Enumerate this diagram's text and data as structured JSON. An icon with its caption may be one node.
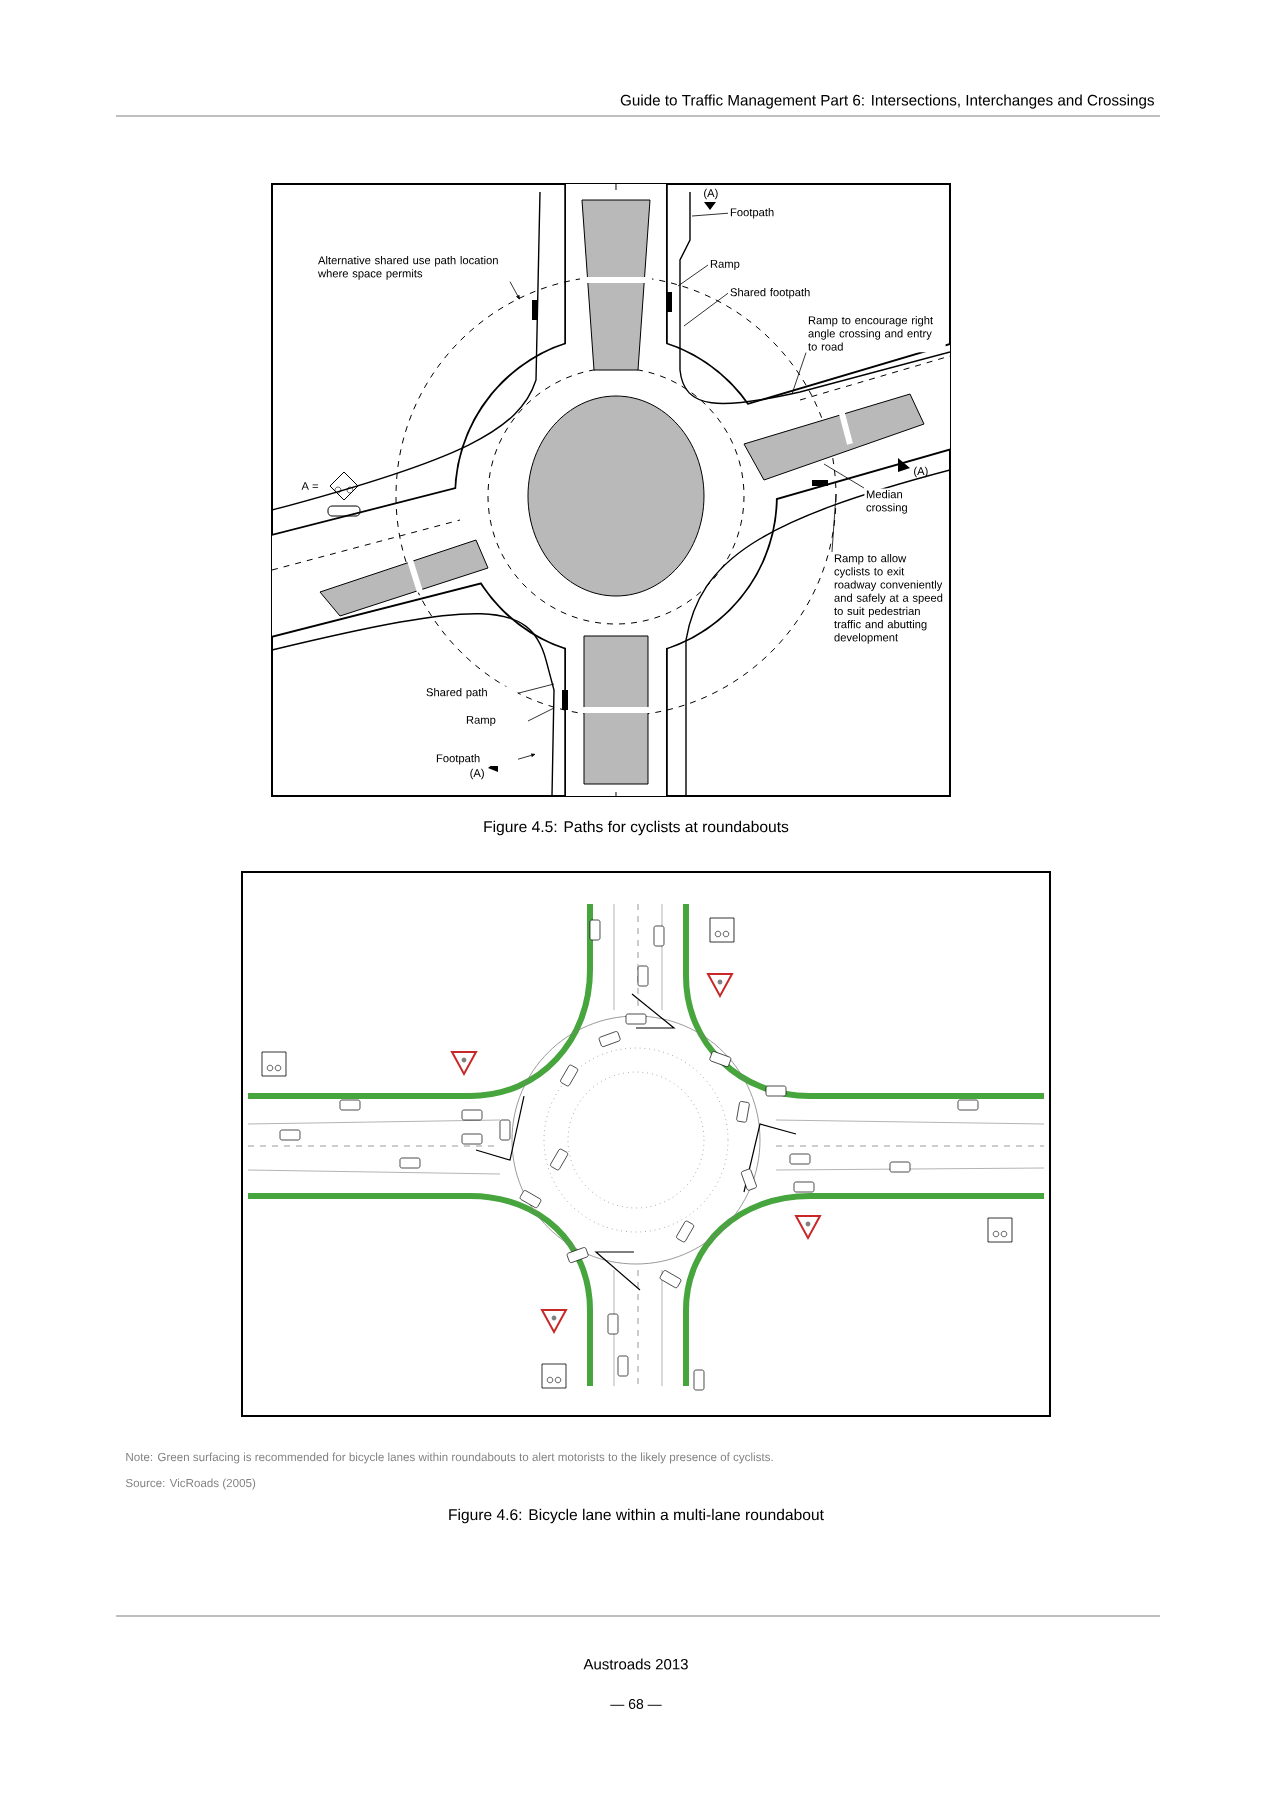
{
  "diagram": {
    "nodes": [
      {
        "text": [
          "Alternative shared use path location where space permits"
        ]
      },
      {
        "text": [
          "Footpath"
        ]
      },
      {
        "text": [
          "Ramp"
        ]
      },
      {
        "text": [
          "Shared footpath"
        ]
      },
      {
        "text": [
          "Ramp to encourage right angle crossing and entry to road"
        ]
      },
      {
        "text": [
          "Median crossing"
        ]
      },
      {
        "text": [
          "Ramp to allow cyclists to exit roadway conveniently and safely at a speed to suit pedestrian traffic and abutting development"
        ]
      },
      {
        "text": [
          "Shared path"
        ]
      },
      {
        "text": [
          "Ramp"
        ]
      },
      {
        "text": [
          "Footpath"
        ]
      }
    ],
    "edges": [
      {
        "from": 0,
        "to": null,
        "arrow": "to"
      },
      {
        "from": 1,
        "to": null,
        "arrow": "none"
      },
      {
        "from": 2,
        "to": null,
        "arrow": "none"
      },
      {
        "from": 3,
        "to": null,
        "arrow": "none"
      },
      {
        "from": 4,
        "to": null,
        "arrow": "none"
      },
      {
        "from": 5,
        "to": null,
        "arrow": "none"
      },
      {
        "from": 6,
        "to": null,
        "arrow": "none"
      },
      {
        "from": 7,
        "to": null,
        "arrow": "none"
      },
      {
        "from": 8,
        "to": null,
        "arrow": "none"
      },
      {
        "from": 9,
        "to": null,
        "arrow": "to"
      }
    ],
    "labels": [
      "Guide to Traffic Management Part 6: Intersections, Interchanges and Crossings",
      "(A)",
      "(A)",
      "A =",
      "(A)",
      "Figure 4.5:    Paths for cyclists at roundabouts",
      "Note: Green surfacing is recommended for bicycle lanes within roundabouts to alert motorists to the likely presence of cyclists.",
      "Source: VicRoads (2005)",
      "Figure 4.6:    Bicycle lane within a multi-lane roundabout",
      "Austroads 2013",
      "— 68 —"
    ]
  }
}
